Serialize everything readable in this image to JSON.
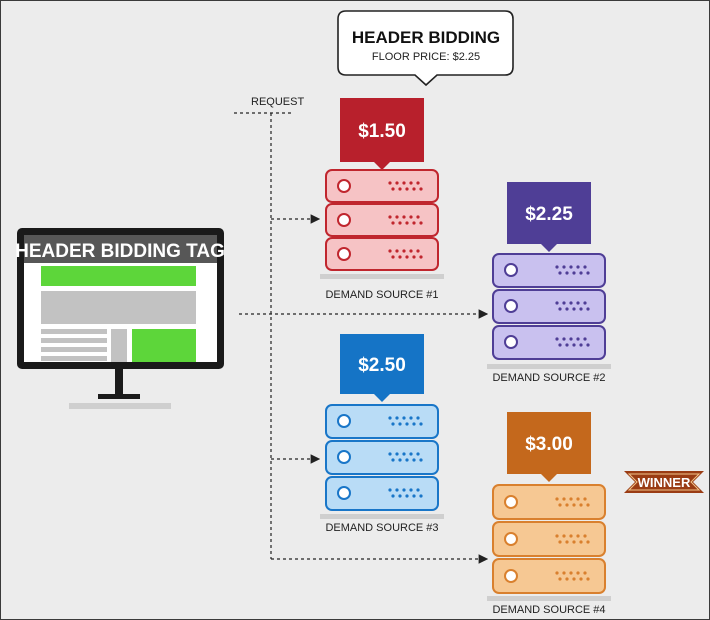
{
  "header_box": {
    "title": "HEADER BIDDING",
    "floor_price": "FLOOR PRICE: $2.25"
  },
  "request_label": "REQUEST",
  "monitor": {
    "title": "HEADER BIDDING TAG"
  },
  "sources": [
    {
      "label": "DEMAND SOURCE #1",
      "bid": "$1.50",
      "color": "#b8202c",
      "server_fill": "#f6c3c5",
      "server_stroke": "#c0262e"
    },
    {
      "label": "DEMAND SOURCE #2",
      "bid": "$2.25",
      "color": "#4f3e96",
      "server_fill": "#c9c1ef",
      "server_stroke": "#4f3e96"
    },
    {
      "label": "DEMAND SOURCE #3",
      "bid": "$2.50",
      "color": "#1574c6",
      "server_fill": "#b9dcf6",
      "server_stroke": "#1976c8"
    },
    {
      "label": "DEMAND SOURCE #4",
      "bid": "$3.00",
      "color": "#c4681c",
      "server_fill": "#f6c893",
      "server_stroke": "#d9802e"
    }
  ],
  "winner_badge": "WINNER",
  "colors": {
    "winner_badge": "#9a3c14",
    "ad_green": "#5dd63a",
    "monitor_frame": "#1a1a1a"
  }
}
